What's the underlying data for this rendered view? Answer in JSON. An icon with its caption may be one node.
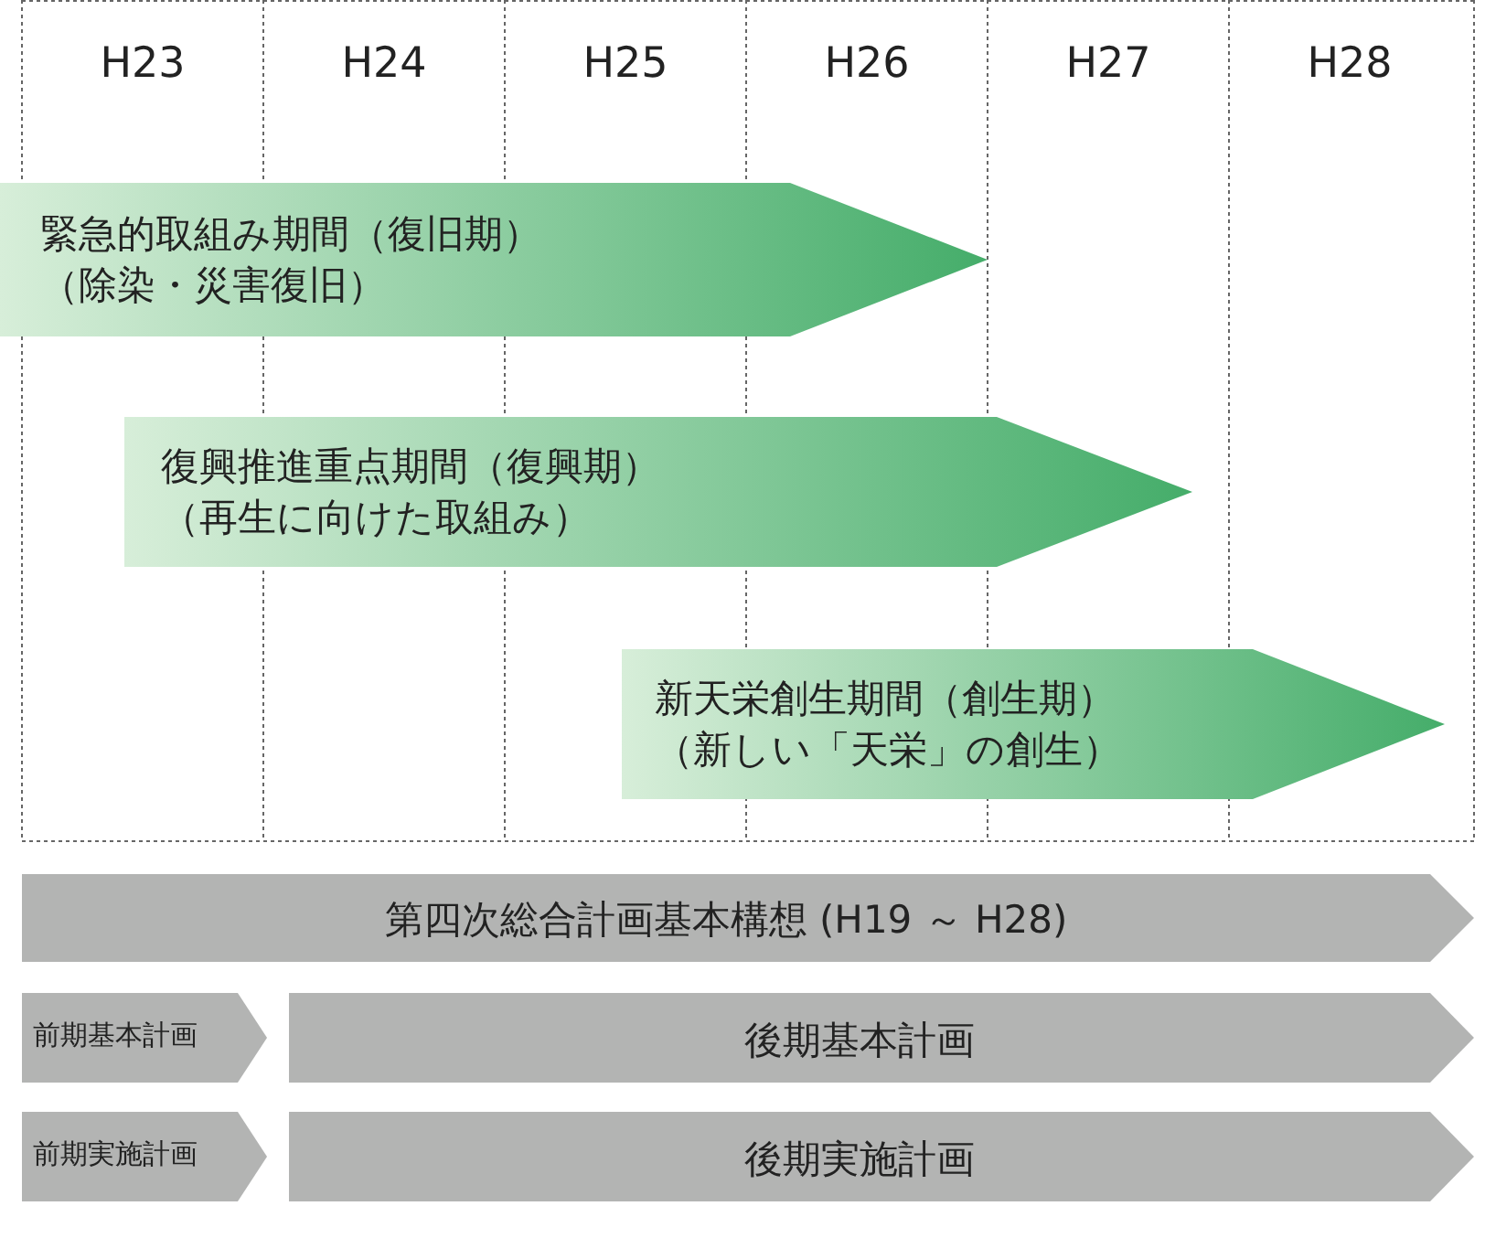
{
  "diagram": {
    "nodes": [
      {
        "text": [
          "緊急的取組み期間（復旧期）",
          "（除染・災害復旧）"
        ]
      },
      {
        "text": [
          "復興推進重点期間（復興期）",
          "（再生に向けた取組み）"
        ]
      },
      {
        "text": [
          "新天栄創生期間（創生期）",
          "（新しい「天栄」の創生）"
        ]
      },
      {
        "text": [
          "第四次総合計画基本構想 (H19 ～ H28)"
        ]
      },
      {
        "text": [
          "前期基本計画"
        ]
      },
      {
        "text": [
          "後期基本計画"
        ]
      },
      {
        "text": [
          "前期実施計画"
        ]
      },
      {
        "text": [
          "後期実施計画"
        ]
      }
    ],
    "edges": [],
    "labels": [
      "H23",
      "H24",
      "H25",
      "H26",
      "H27",
      "H28"
    ]
  }
}
